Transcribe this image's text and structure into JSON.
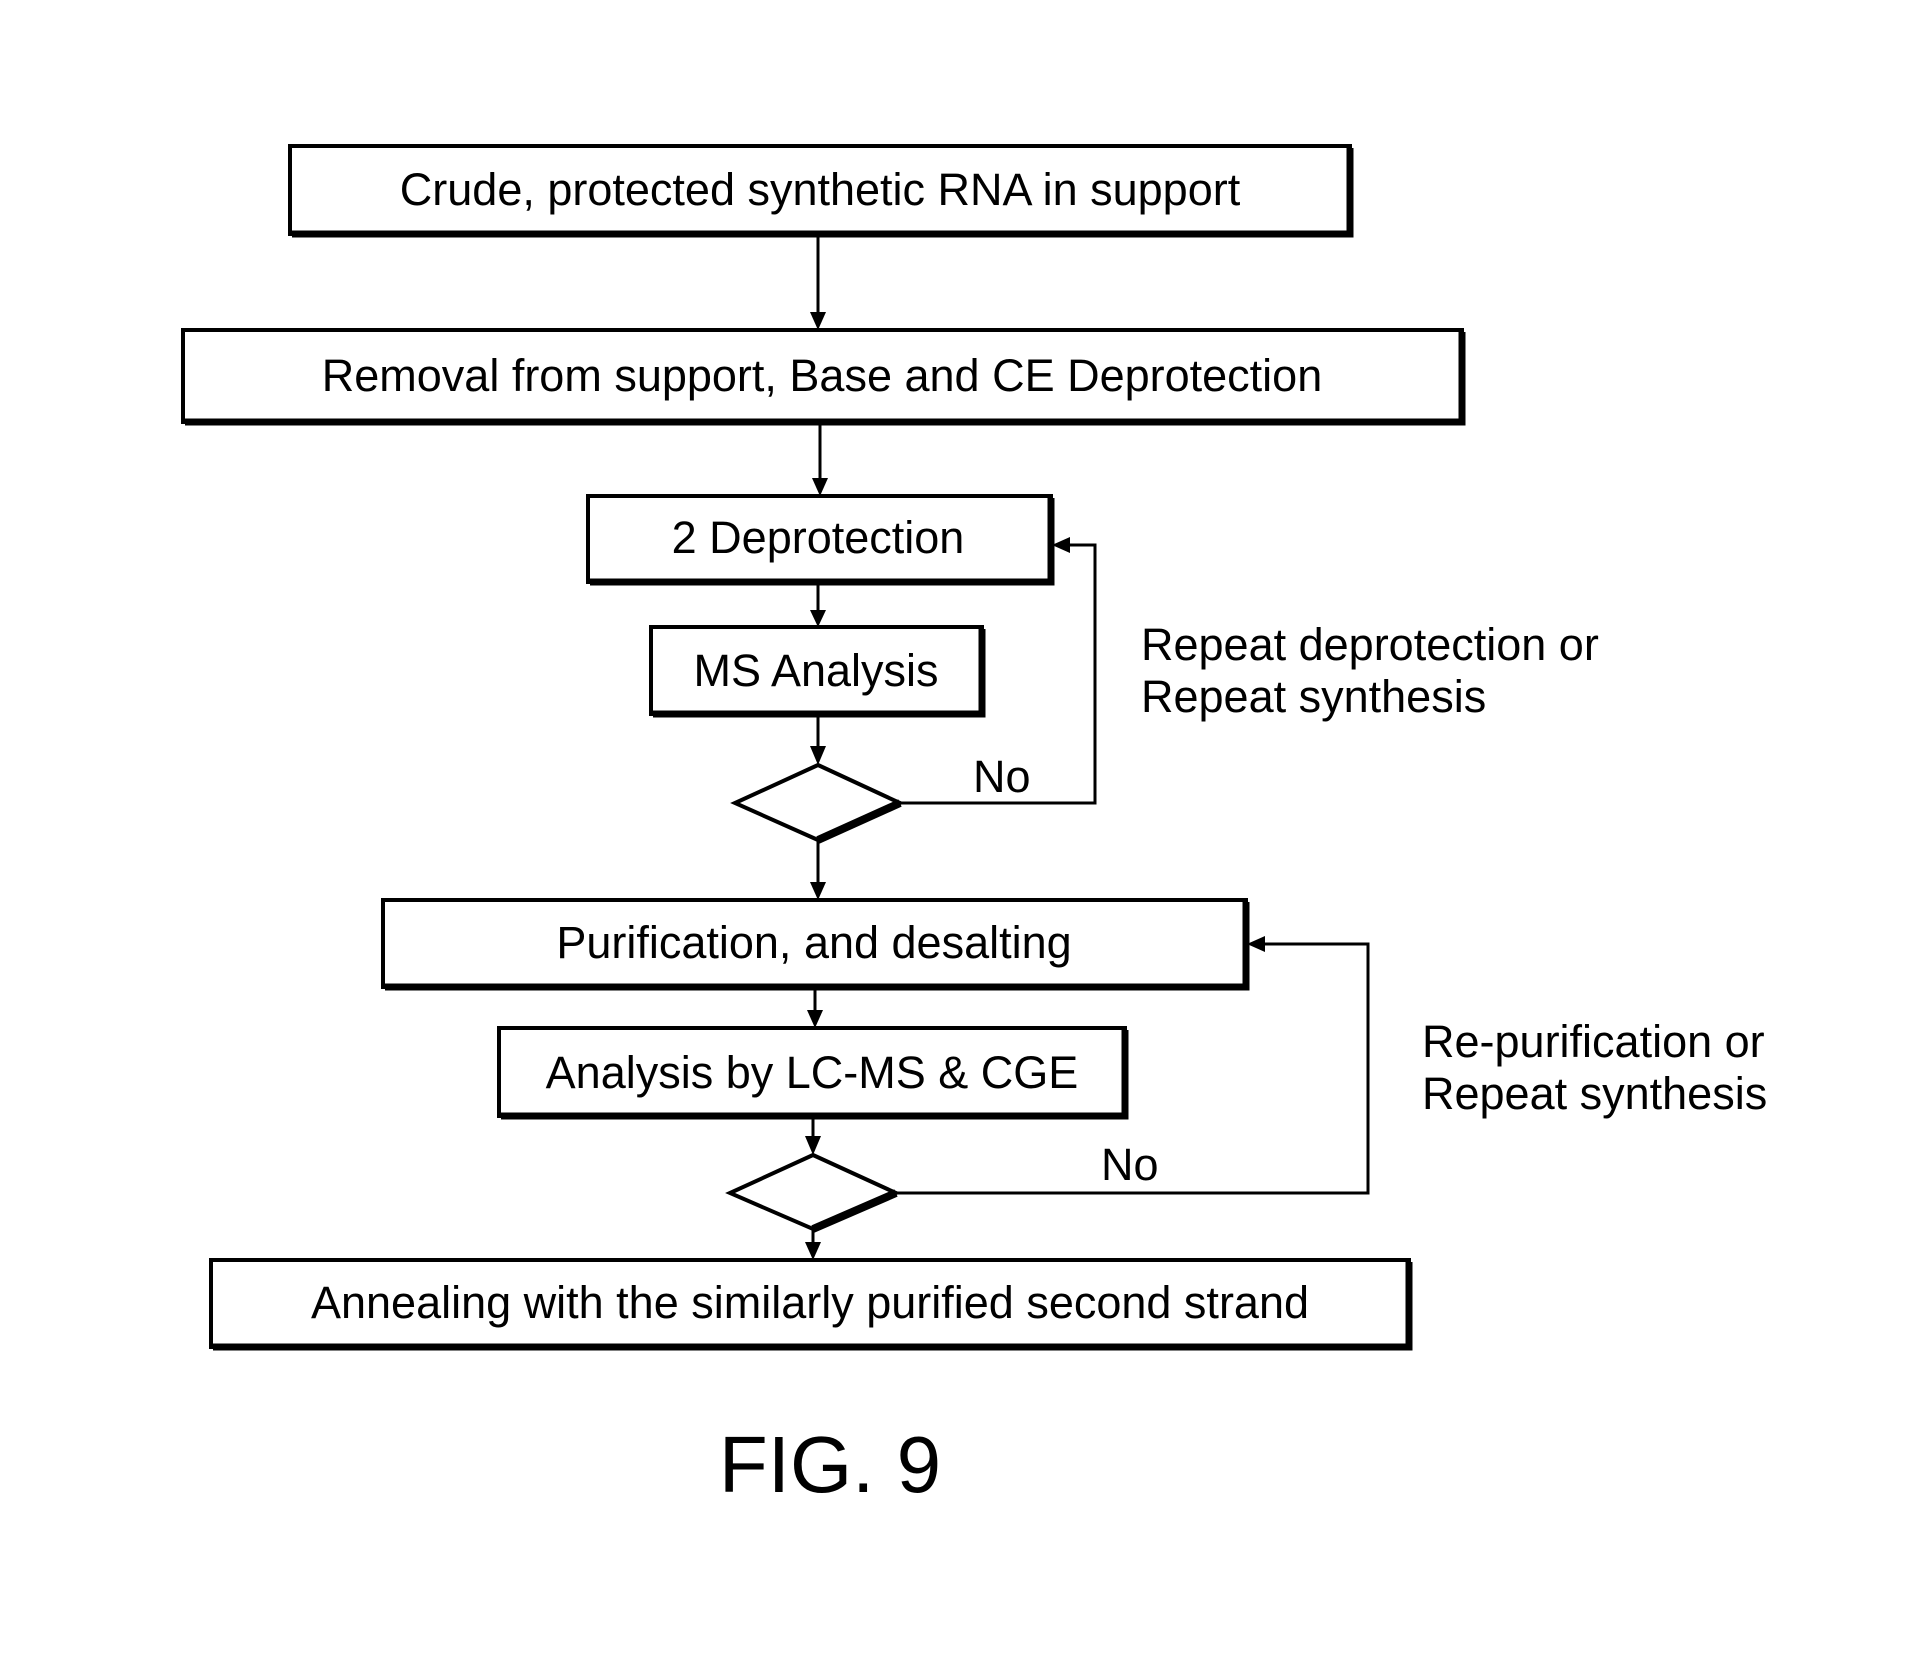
{
  "figure": {
    "caption": "FIG. 9",
    "ink_color": "#000000",
    "background": "#ffffff"
  },
  "steps": [
    {
      "id": "crude-rna",
      "label": "Crude, protected synthetic RNA in support"
    },
    {
      "id": "removal",
      "label": "Removal from support, Base and CE Deprotection"
    },
    {
      "id": "deprotection-2",
      "label": "2 Deprotection"
    },
    {
      "id": "ms-analysis",
      "label": "MS Analysis"
    },
    {
      "id": "purification",
      "label": "Purification, and desalting"
    },
    {
      "id": "lcms-cge",
      "label": "Analysis by LC-MS & CGE"
    },
    {
      "id": "annealing",
      "label": "Annealing with the similarly purified second strand"
    }
  ],
  "decisions": [
    {
      "id": "decision-ms",
      "no_label": "No",
      "loop_label_lines": [
        "Repeat deprotection or",
        "Repeat synthesis"
      ]
    },
    {
      "id": "decision-lcms",
      "no_label": "No",
      "loop_label_lines": [
        "Re-purification or",
        "Repeat synthesis"
      ]
    }
  ]
}
